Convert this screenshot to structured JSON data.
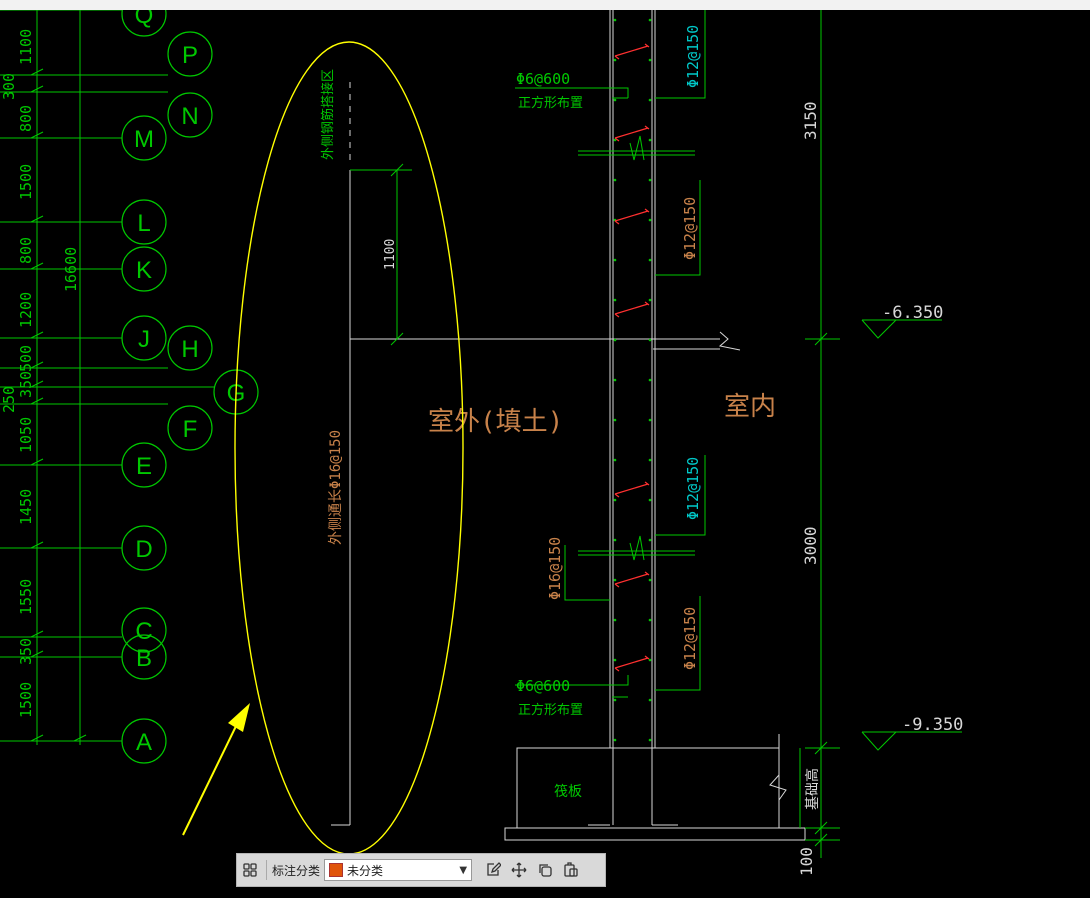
{
  "drawing": {
    "axis_labels": [
      "Q",
      "P",
      "N",
      "M",
      "L",
      "K",
      "J",
      "H",
      "G",
      "F",
      "E",
      "D",
      "C",
      "B",
      "A"
    ],
    "left_dims": [
      "1100",
      "300",
      "800",
      "1500",
      "800",
      "1200",
      "500",
      "350",
      "250",
      "1050",
      "1450",
      "1550",
      "350",
      "1500"
    ],
    "total_dim": "16600",
    "annotations": {
      "outside_fill": "室外(填土)",
      "indoor": "室内",
      "top_note": "外侧钢筋搭接区",
      "long_bar": "外侧通长Φ16@150",
      "stirrup_top": "Φ6@600",
      "stirrup_top_note": "正方形布置",
      "stirrup_bottom": "Φ6@600",
      "stirrup_bottom_note": "正方形布置",
      "bar_right_1": "Φ12@150",
      "bar_right_2": "Φ12@150",
      "bar_right_3": "Φ12@150",
      "bar_right_4": "Φ12@150",
      "bar_left": "Φ16@150",
      "dim_1100": "1100",
      "dim_3150": "3150",
      "dim_3000": "3000",
      "dim_100": "100",
      "elev_top": "-6.350",
      "elev_bottom": "-9.350",
      "raft": "筏板",
      "foundation_height": "基础高"
    },
    "colors": {
      "green": "#00c800",
      "orange": "#c8824a",
      "yellow": "#ffff00",
      "cyan": "#00c8c8",
      "red": "#ff3030",
      "white": "#d8d8d8"
    }
  },
  "toolbar": {
    "grid_icon": "grid-icon",
    "label": "标注分类",
    "select_value": "未分类",
    "icons": [
      "edit-icon",
      "move-icon",
      "copy-icon",
      "paste-icon"
    ]
  }
}
